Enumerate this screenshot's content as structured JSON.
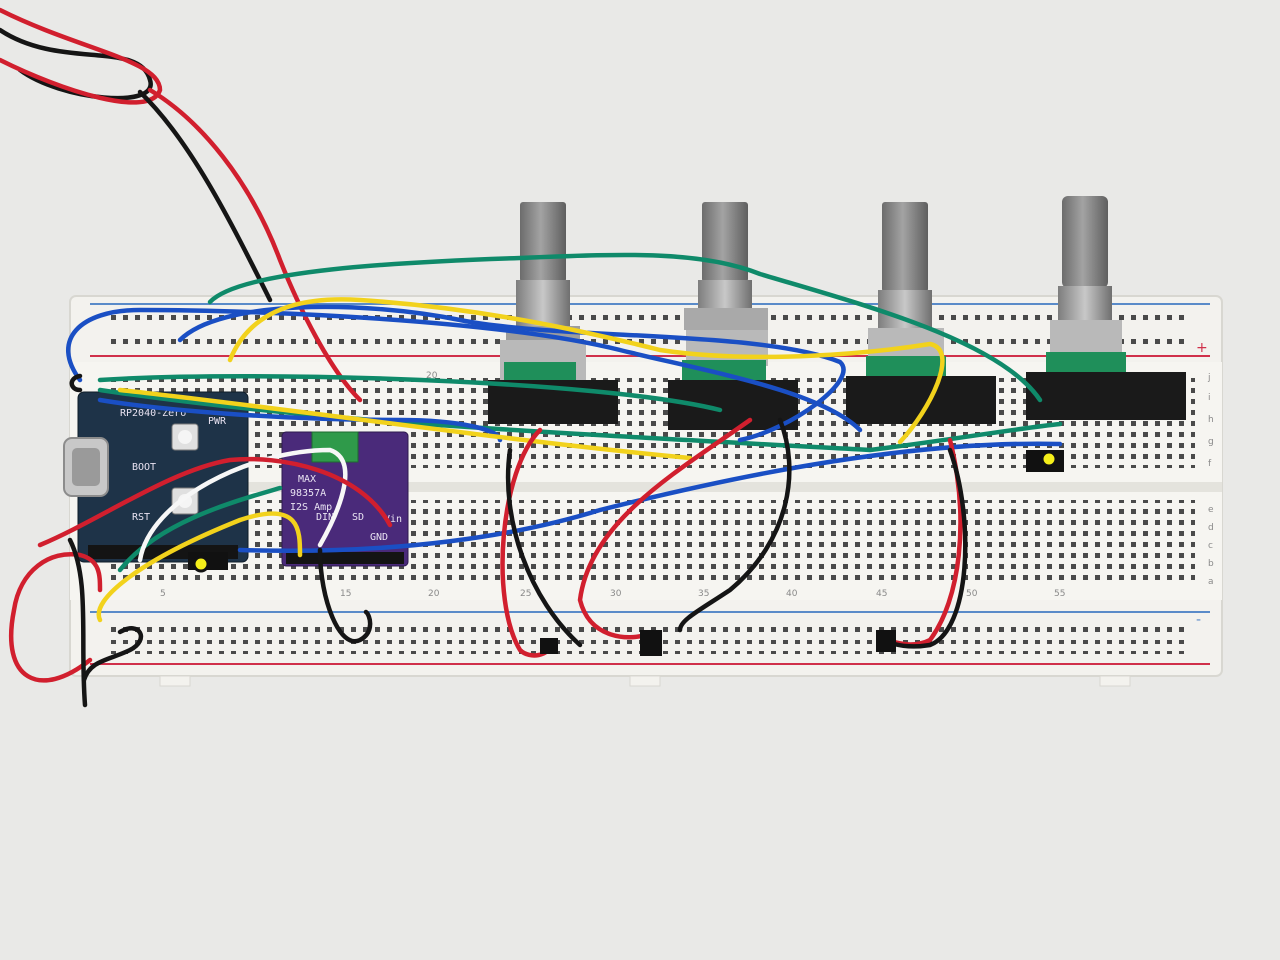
{
  "photo": {
    "colors": {
      "background": "#e9e9e7",
      "breadboard": "#f3f2ee",
      "rail_red": "#d0304a",
      "rail_blue": "#5a8bc9",
      "wire_red": "#d11f2e",
      "wire_black": "#151515",
      "wire_green": "#0f8a6a",
      "wire_blue": "#1a4fc4",
      "wire_yellow": "#f2d21c",
      "wire_white": "#f7f7f7",
      "mcu_board": "#1e3348",
      "amp_board": "#4a2a7a",
      "encoder_board": "#1f8f5a",
      "marker": "#f5ef1a"
    },
    "column_numbers": [
      "5",
      "15",
      "20",
      "25",
      "30",
      "35",
      "40",
      "45",
      "50",
      "55",
      "20"
    ],
    "row_letters_top": [
      "f",
      "g",
      "h",
      "i",
      "j"
    ],
    "row_letters_bottom": [
      "a",
      "b",
      "c",
      "d",
      "e"
    ],
    "rail_plus": "+",
    "rail_minus": "-",
    "mcu_board_text": [
      "RP2040-Zero",
      "PWR",
      "BOOT",
      "RST"
    ],
    "amp_board_text": {
      "line1": "MAX",
      "line2": "98357A",
      "line3": "I2S Amp",
      "pins": [
        "DIN",
        "SD",
        "GND",
        "Vin"
      ]
    },
    "encoders": [
      {
        "id": "encoder-1"
      },
      {
        "id": "encoder-2"
      },
      {
        "id": "encoder-3"
      },
      {
        "id": "encoder-4"
      }
    ],
    "markers": [
      {
        "id": "marker-left"
      },
      {
        "id": "marker-right"
      }
    ]
  }
}
